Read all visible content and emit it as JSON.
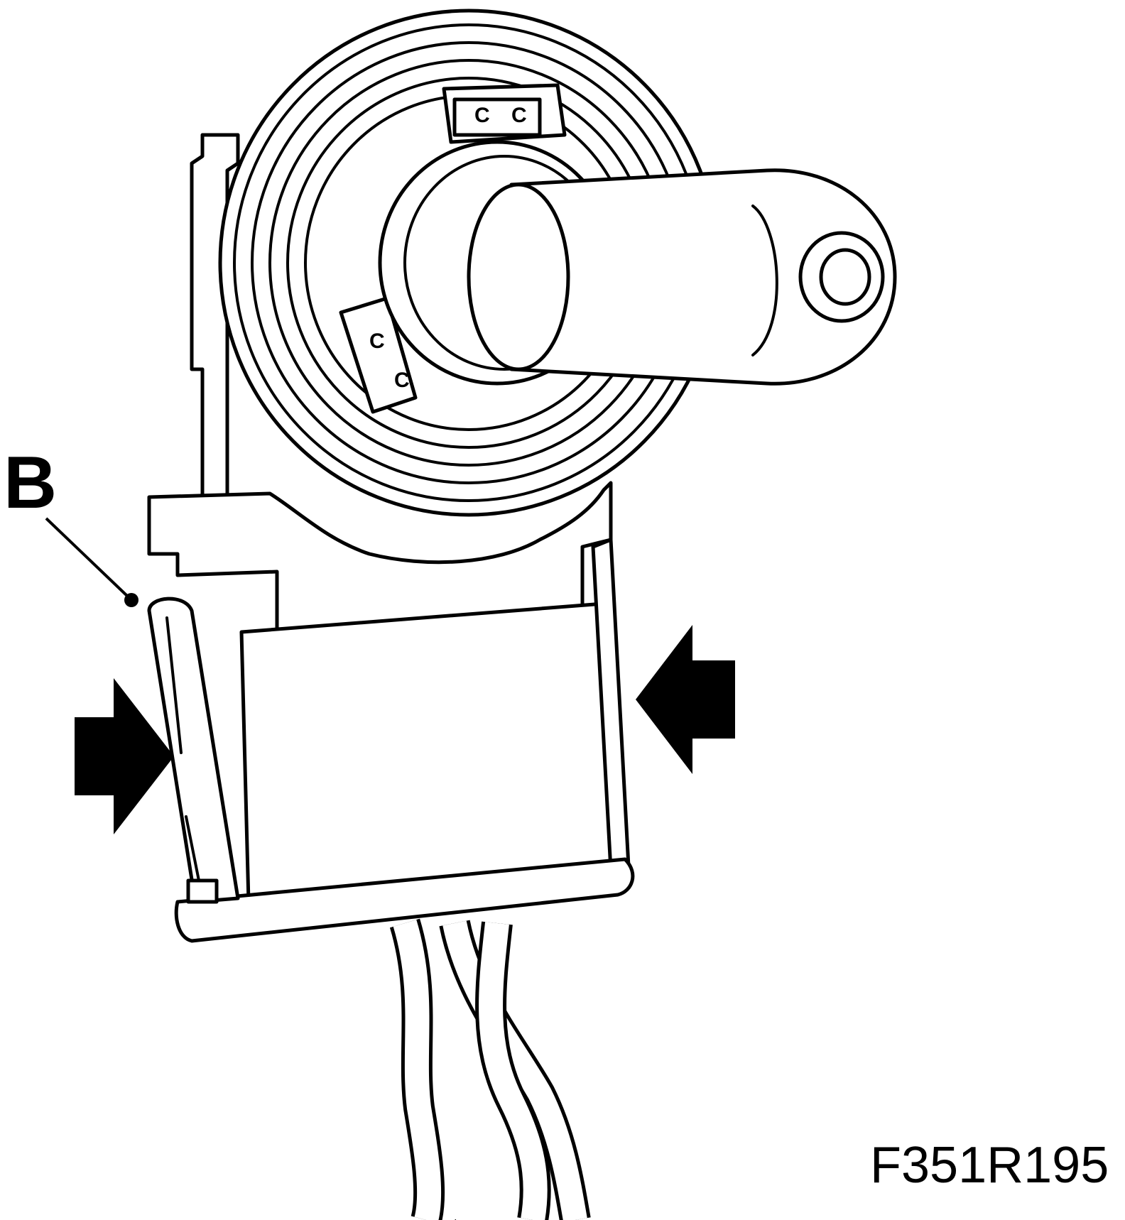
{
  "figure": {
    "callout_label": "B",
    "figure_id": "F351R195",
    "clip_marks": [
      "C",
      "C",
      "C",
      "C"
    ]
  },
  "icons": {
    "bulb": "lamp-bulb-icon",
    "connector": "connector-housing-icon",
    "arrows": "press-arrow-icon",
    "wires": "wire-bundle-icon"
  },
  "colors": {
    "ink": "#000000",
    "paper": "#ffffff"
  }
}
